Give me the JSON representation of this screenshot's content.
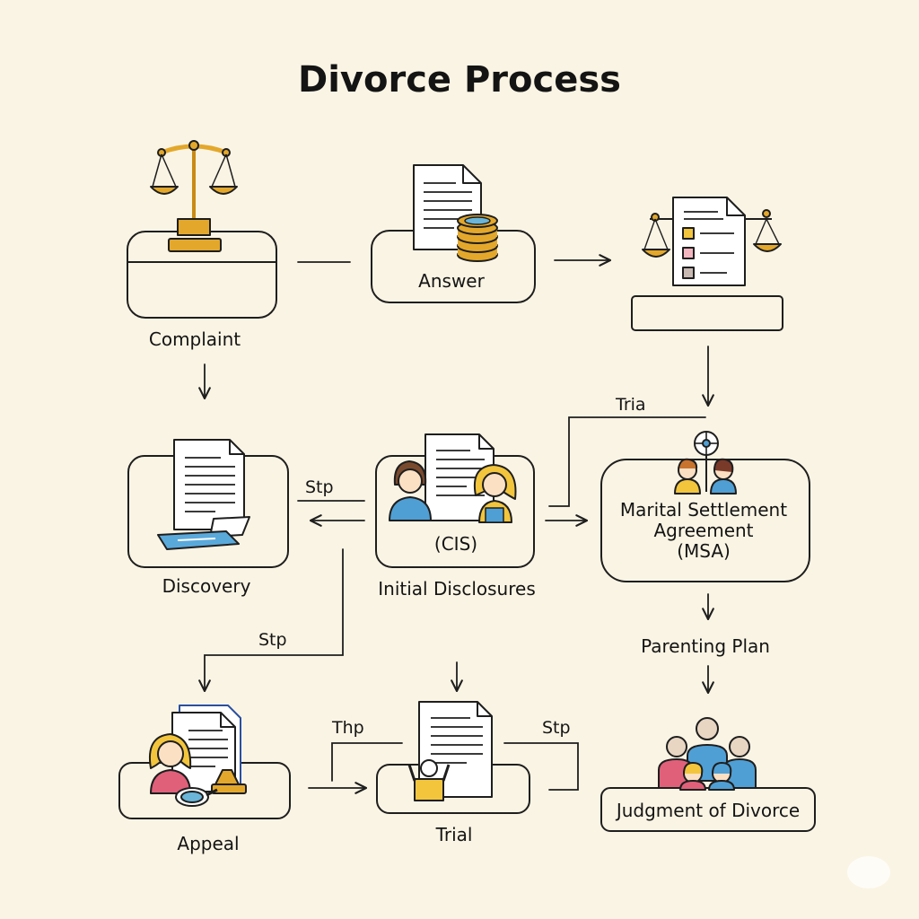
{
  "title": "Divorce Process",
  "steps": {
    "complaint": "Complaint",
    "answer": "Answer",
    "discovery": "Discovery",
    "cis": "(CIS)",
    "initial_disclosures": "Initial Disclosures",
    "msa_line1": "Marital Settlement",
    "msa_line2": "Agreement",
    "msa_line3": "(MSA)",
    "parenting_plan": "Parenting Plan",
    "appeal": "Appeal",
    "trial": "Trial",
    "judgment": "Judgment of Divorce"
  },
  "connector_labels": {
    "tria": "Tria",
    "stp_discovery": "Stp",
    "stp_appeal": "Stp",
    "thp": "Thp",
    "stp_trial": "Stp"
  },
  "colors": {
    "background": "#faf4e4",
    "outline": "#1e1e1e",
    "gold": "#e3a82b",
    "blue": "#4f9fd4",
    "pink": "#e0607a",
    "yellow": "#f2c53d"
  }
}
